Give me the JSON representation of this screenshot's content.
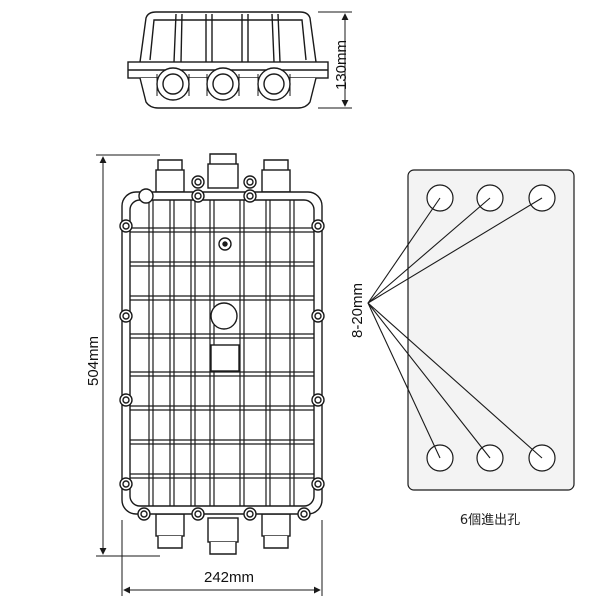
{
  "dimensions": {
    "height_side": "130mm",
    "length": "504mm",
    "width": "242mm",
    "port_range": "8-20mm"
  },
  "caption": "6個進出孔",
  "colors": {
    "stroke": "#1a1a1a",
    "panel_fill": "#f3f3f3",
    "body_fill": "#ffffff"
  }
}
